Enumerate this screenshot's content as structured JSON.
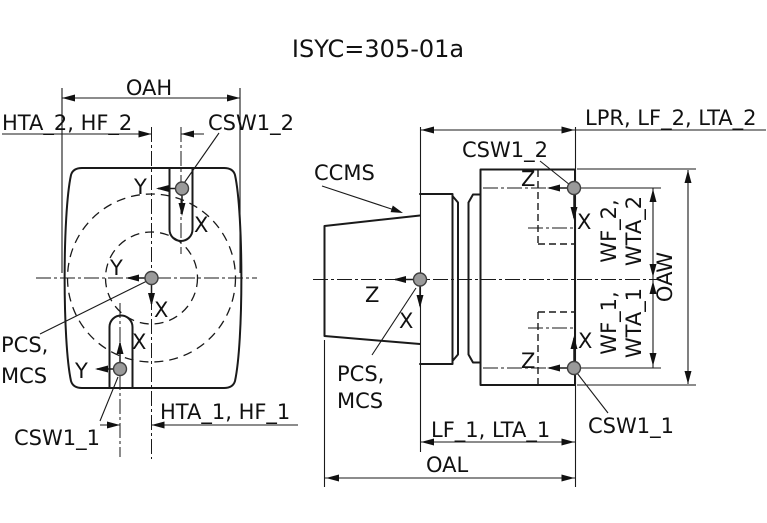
{
  "title": "ISYC=305-01a",
  "colors": {
    "line": "#1a1a1a",
    "marker_fill": "#9a9a9a",
    "marker_stroke": "#3f3f3f",
    "background": "#ffffff"
  },
  "axes": {
    "x": "X",
    "y": "Y",
    "z": "Z"
  },
  "front_view": {
    "dim_oah": "OAH",
    "dim_hta2_hf2": "HTA_2, HF_2",
    "dim_hta1_hf1": "HTA_1, HF_1",
    "label_csw1_2": "CSW1_2",
    "label_csw1_1": "CSW1_1",
    "label_pcs": "PCS,",
    "label_mcs": "MCS"
  },
  "side_view": {
    "label_ccms": "CCMS",
    "dim_lpr_lf2_lta2": "LPR, LF_2, LTA_2",
    "label_csw1_2": "CSW1_2",
    "dim_wf2": "WF_2,",
    "dim_wta2": "WTA_2",
    "dim_oaw": "OAW",
    "dim_wf1": "WF_1,",
    "dim_wta1": "WTA_1",
    "label_pcs": "PCS,",
    "label_mcs": "MCS",
    "dim_lf1_lta1": "LF_1, LTA_1",
    "dim_oal": "OAL",
    "label_csw1_1": "CSW1_1"
  }
}
